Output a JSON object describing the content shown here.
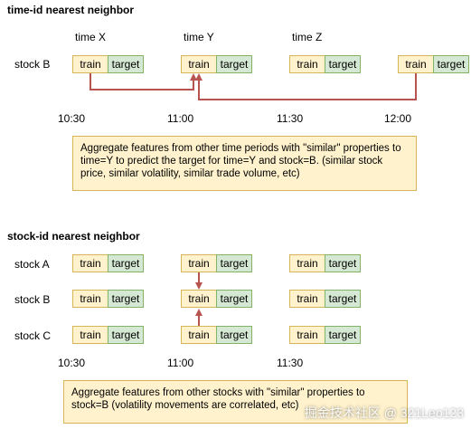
{
  "section1": {
    "title": "time-id nearest neighbor",
    "column_headers": [
      "time X",
      "time Y",
      "time Z"
    ],
    "row_label": "stock B",
    "cell_train": "train",
    "cell_target": "target",
    "times": [
      "10:30",
      "11:00",
      "11:30",
      "12:00"
    ],
    "note": "Aggregate features from other time periods with \"similar\" properties to time=Y to predict the target for time=Y and stock=B. (similar stock price, similar volatility, similar trade volume, etc)"
  },
  "section2": {
    "title": "stock-id nearest neighbor",
    "row_labels": [
      "stock A",
      "stock B",
      "stock C"
    ],
    "cell_train": "train",
    "cell_target": "target",
    "times": [
      "10:30",
      "11:00",
      "11:30"
    ],
    "note": "Aggregate features from other stocks with \"similar\" properties to stock=B (volatility movements are correlated, etc)"
  },
  "watermark": "掘金技术社区 @ 321Leo123",
  "colors": {
    "train_fill": "#fff2cc",
    "train_stroke": "#d6b656",
    "target_fill": "#d5e8d4",
    "target_stroke": "#82b366",
    "arrow": "#b85450"
  }
}
